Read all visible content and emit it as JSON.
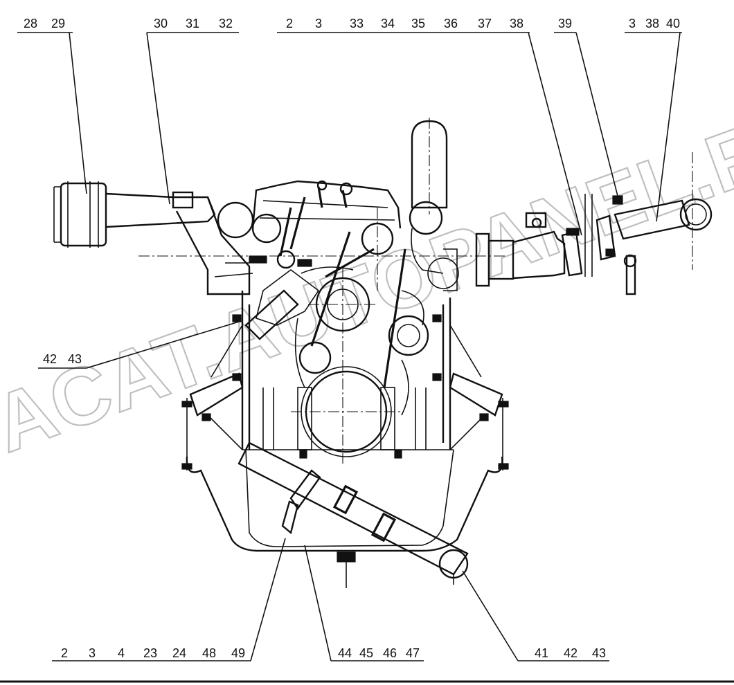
{
  "watermark": "ACAT.AUTOPANEL.RU",
  "callouts": {
    "top_left_a": [
      "28",
      "29"
    ],
    "top_left_b": [
      "30",
      "31",
      "32"
    ],
    "top_center": [
      "2",
      "3",
      "33",
      "34",
      "35",
      "36",
      "37",
      "38"
    ],
    "top_right_a": [
      "39"
    ],
    "top_right_b": [
      "3",
      "38",
      "40"
    ],
    "mid_left": [
      "42",
      "43"
    ],
    "bottom_left": [
      "2",
      "3",
      "4",
      "23",
      "24",
      "48",
      "49"
    ],
    "bottom_center": [
      "44",
      "45",
      "46",
      "47"
    ],
    "bottom_right": [
      "41",
      "42",
      "43"
    ]
  }
}
